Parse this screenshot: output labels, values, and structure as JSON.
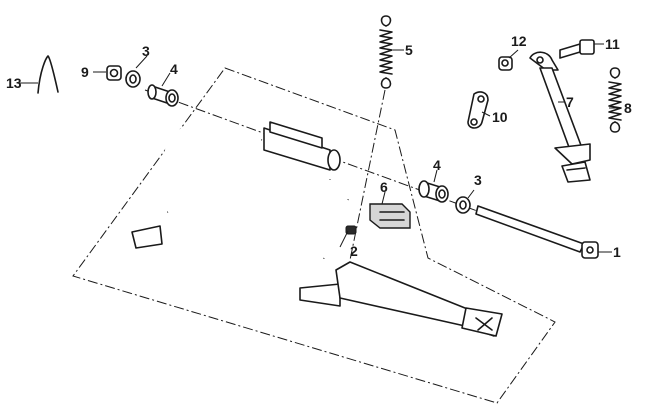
{
  "callouts": [
    {
      "id": "1",
      "text": "1"
    },
    {
      "id": "2",
      "text": "2"
    },
    {
      "id": "3a",
      "text": "3"
    },
    {
      "id": "3b",
      "text": "3"
    },
    {
      "id": "4a",
      "text": "4"
    },
    {
      "id": "4b",
      "text": "4"
    },
    {
      "id": "5",
      "text": "5"
    },
    {
      "id": "6",
      "text": "6"
    },
    {
      "id": "7",
      "text": "7"
    },
    {
      "id": "8",
      "text": "8"
    },
    {
      "id": "9",
      "text": "9"
    },
    {
      "id": "10",
      "text": "10"
    },
    {
      "id": "11",
      "text": "11"
    },
    {
      "id": "12",
      "text": "12"
    },
    {
      "id": "13",
      "text": "13"
    }
  ]
}
